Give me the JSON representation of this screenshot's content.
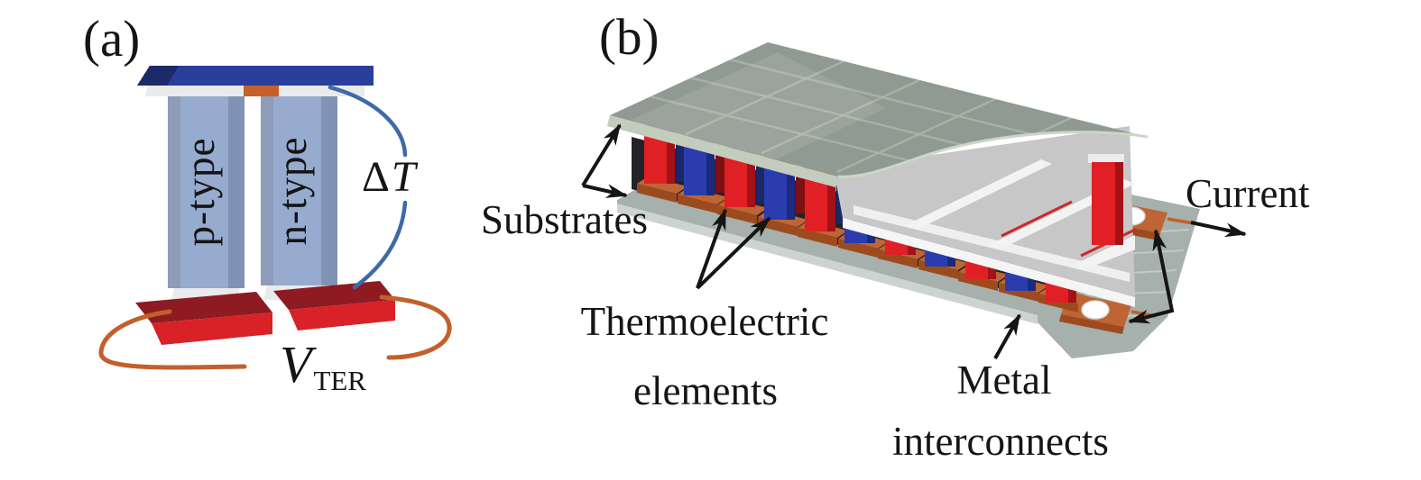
{
  "figure": {
    "panel_a": {
      "tag": "(a)",
      "p_type_label": "p-type",
      "n_type_label": "n-type",
      "delta_symbol": "Δ",
      "delta_T_italic": "T",
      "voltage_symbol": "V",
      "voltage_subscript": "TER"
    },
    "panel_b": {
      "tag": "(b)",
      "substrates_label": "Substrates",
      "thermoelectric_line1": "Thermoelectric",
      "thermoelectric_line2": "elements",
      "metal_line1": "Metal",
      "metal_line2": "interconnects",
      "current_label": "Current"
    }
  },
  "colors": {
    "background": "#ffffff",
    "text": "#151515",
    "top_plate_blue": "#2a3f9b",
    "top_plate_blue_bevel": "#1c2a6a",
    "pillar_a_main": "#96abce",
    "pillar_a_left": "#8d9cb8",
    "pillar_a_right": "#8093b5",
    "ceramic_white": "#e9eaec",
    "copper_interconnect": "#c65f2a",
    "pad_red_top": "#8e1b22",
    "pad_red_front": "#d92128",
    "wire_orange": "#c2602c",
    "delta_t_curve_blue": "#3e6aa8",
    "substrate_gray": "#a6b0ac",
    "substrate_edge": "#cdd4d0",
    "plate_green_gray": "#8f9a92",
    "plate_grid": "#a9b6a4",
    "plate_rim": "#ccd6c6",
    "plate_edge_face": "#c3ccbd",
    "tile_gray": "#c7c7c7",
    "tile_gap_white": "#f3f3f3",
    "element_red": "#e02024",
    "element_red_side": "#a31217",
    "element_blue": "#2b3dae",
    "element_blue_side": "#1b2a7e",
    "interconnect_pad_top": "#bf6434",
    "interconnect_pad_front": "#9c4b1e",
    "cavity_shadow": "#232327",
    "seam_red": "#c92a2a"
  }
}
